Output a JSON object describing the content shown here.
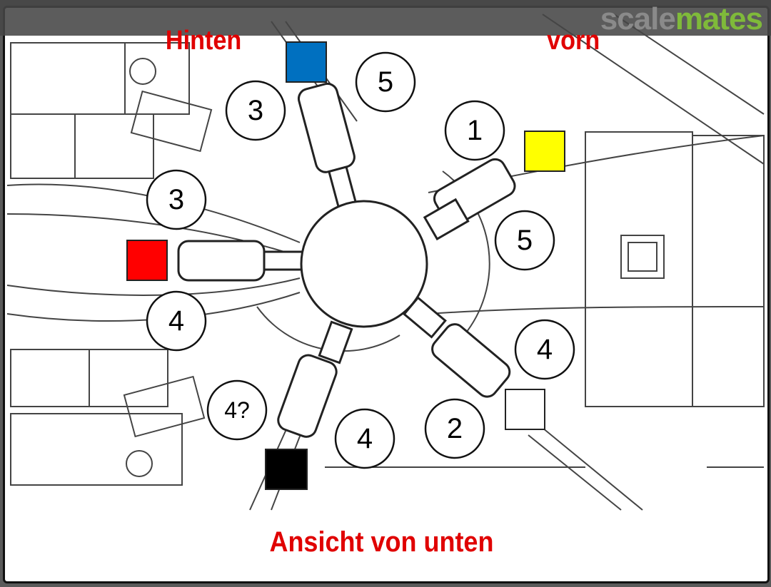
{
  "watermark": {
    "part1": "scale",
    "part2": "mates"
  },
  "labels": {
    "rear": "Hinten",
    "front": "vorn",
    "caption": "Ansicht von unten"
  },
  "markers": [
    {
      "text": "5"
    },
    {
      "text": "3"
    },
    {
      "text": "1"
    },
    {
      "text": "3"
    },
    {
      "text": "5"
    },
    {
      "text": "4"
    },
    {
      "text": "4"
    },
    {
      "text": "4?"
    },
    {
      "text": "2"
    },
    {
      "text": "4"
    }
  ],
  "swatches": [
    {
      "name": "blue",
      "color": "#0070C0"
    },
    {
      "name": "yellow",
      "color": "#FFFF00"
    },
    {
      "name": "red",
      "color": "#FF0000"
    },
    {
      "name": "white",
      "color": "#FFFFFF"
    },
    {
      "name": "black",
      "color": "#000000"
    }
  ]
}
